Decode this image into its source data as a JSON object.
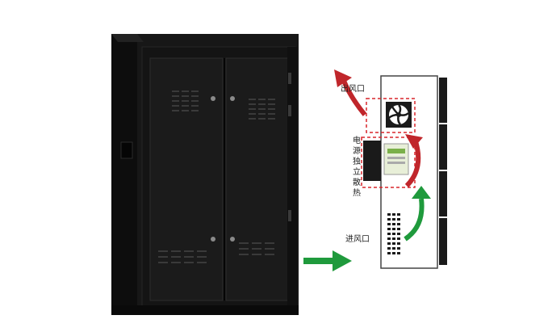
{
  "labels": {
    "air_outlet": "出风口",
    "air_inlet": "进风口",
    "power_cooling": "电源独立散热"
  },
  "colors": {
    "cabinet": "#161616",
    "outlet_arrow": "#c0262b",
    "inlet_arrow": "#1f9a3c",
    "dashed_box": "#d8262b"
  },
  "icons": [
    "cabinet-image",
    "fan-icon",
    "power-supply-icon",
    "flow-arrow-icon"
  ]
}
